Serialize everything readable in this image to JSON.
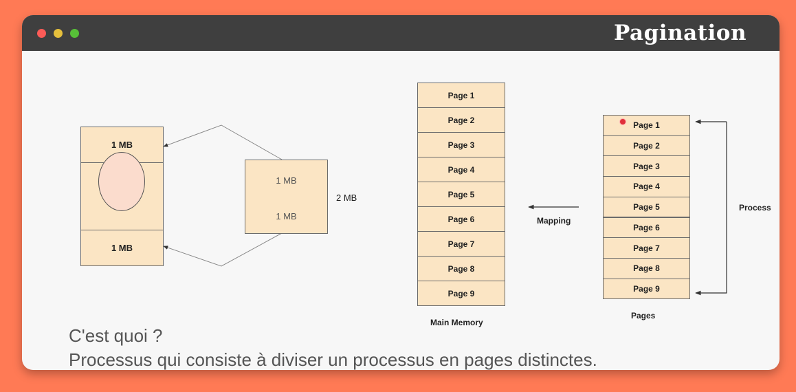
{
  "window": {
    "title": "Pagination",
    "dot_colors": [
      "#fc5b57",
      "#e5bf3c",
      "#57c038"
    ]
  },
  "diagram": {
    "process_blocks": [
      "1 MB",
      "1 MB"
    ],
    "segment": {
      "parts": [
        "1 MB",
        "1 MB"
      ],
      "size_label": "2 MB"
    },
    "main_memory": {
      "label": "Main Memory",
      "pages": [
        "Page 1",
        "Page 2",
        "Page 3",
        "Page 4",
        "Page 5",
        "Page 6",
        "Page 7",
        "Page 8",
        "Page 9"
      ]
    },
    "mapping_label": "Mapping",
    "pages_table": {
      "label": "Pages",
      "pages": [
        "Page 1",
        "Page 2",
        "Page 3",
        "Page 4",
        "Page 5",
        "Page 6",
        "Page 7",
        "Page 8",
        "Page 9"
      ]
    },
    "process_label": "Process"
  },
  "text": {
    "question": "C'est quoi ?",
    "definition": "Processus qui consiste à diviser un processus en pages distinctes."
  }
}
